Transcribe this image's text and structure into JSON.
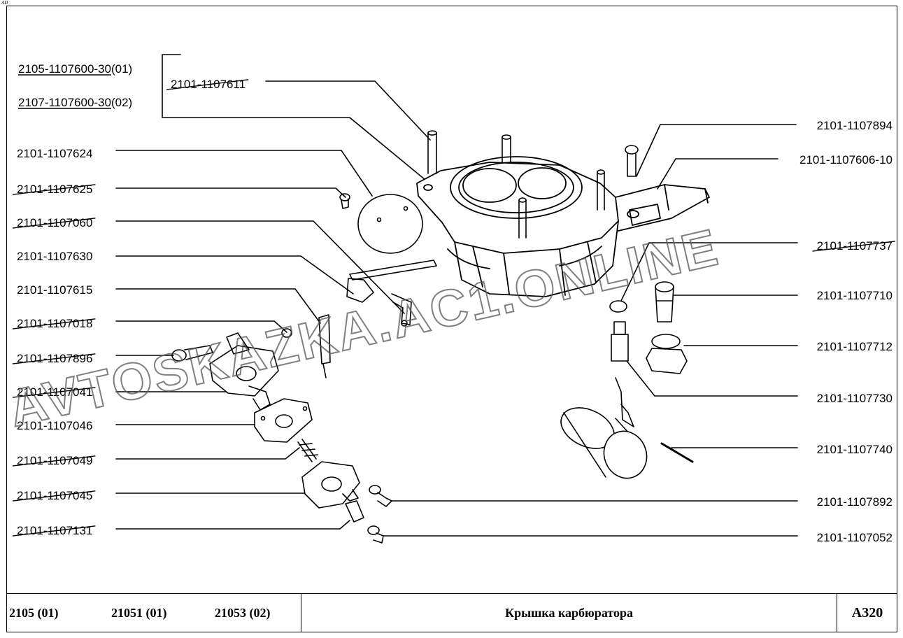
{
  "corner_mark": "AD",
  "labels_left": [
    {
      "id": "p1",
      "text": "2105-1107600-30",
      "suffix": "(01)"
    },
    {
      "id": "p2",
      "text": "2107-1107600-30",
      "suffix": "(02)"
    },
    {
      "id": "p3",
      "text": "2101-1107611"
    },
    {
      "id": "p4",
      "text": "2101-1107624"
    },
    {
      "id": "p5",
      "text": "2101-1107625"
    },
    {
      "id": "p6",
      "text": "2101-1107060"
    },
    {
      "id": "p7",
      "text": "2101-1107630"
    },
    {
      "id": "p8",
      "text": "2101-1107615"
    },
    {
      "id": "p9",
      "text": "2101-1107018"
    },
    {
      "id": "p10",
      "text": "2101-1107896"
    },
    {
      "id": "p11",
      "text": "2101-1107041"
    },
    {
      "id": "p12",
      "text": "2101-1107046"
    },
    {
      "id": "p13",
      "text": "2101-1107049"
    },
    {
      "id": "p14",
      "text": "2101-1107045"
    },
    {
      "id": "p15",
      "text": "2101-1107131"
    }
  ],
  "labels_right": [
    {
      "id": "r1",
      "text": "2101-1107894"
    },
    {
      "id": "r2",
      "text": "2101-1107606-10"
    },
    {
      "id": "r3",
      "text": "2101-1107737"
    },
    {
      "id": "r4",
      "text": "2101-1107710"
    },
    {
      "id": "r5",
      "text": "2101-1107712"
    },
    {
      "id": "r6",
      "text": "2101-1107730"
    },
    {
      "id": "r7",
      "text": "2101-1107740"
    },
    {
      "id": "r8",
      "text": "2101-1107892"
    },
    {
      "id": "r9",
      "text": "2101-1107052"
    }
  ],
  "footer": {
    "model1": "2105 (01)",
    "model2": "21051 (01)",
    "model3": "21053 (02)",
    "title": "Крышка карбюратора",
    "code": "A320"
  },
  "watermark": "AVTOSKAZKA.AC1.ONLINE"
}
